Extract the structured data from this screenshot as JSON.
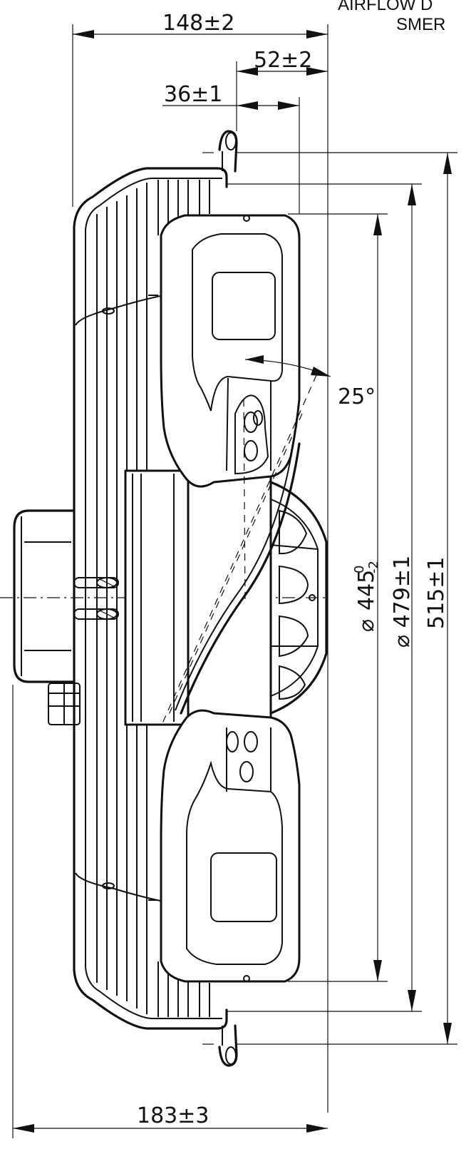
{
  "header": {
    "line1": "AIRFLOW D",
    "line2": "SMER"
  },
  "dimensions": {
    "overall_depth": "148±2",
    "blade_offset": "52±2",
    "mount_offset": "36±1",
    "blade_angle": "25°",
    "total_length": "183±3",
    "dia_blade_symbol": "⌀",
    "dia_blade_value": "445",
    "dia_blade_tol_upper": "0",
    "dia_blade_tol_lower": "-2",
    "dia_ring": "⌀ 479±1",
    "height": "515±1"
  },
  "colors": {
    "line": "#111111",
    "background": "#ffffff"
  }
}
